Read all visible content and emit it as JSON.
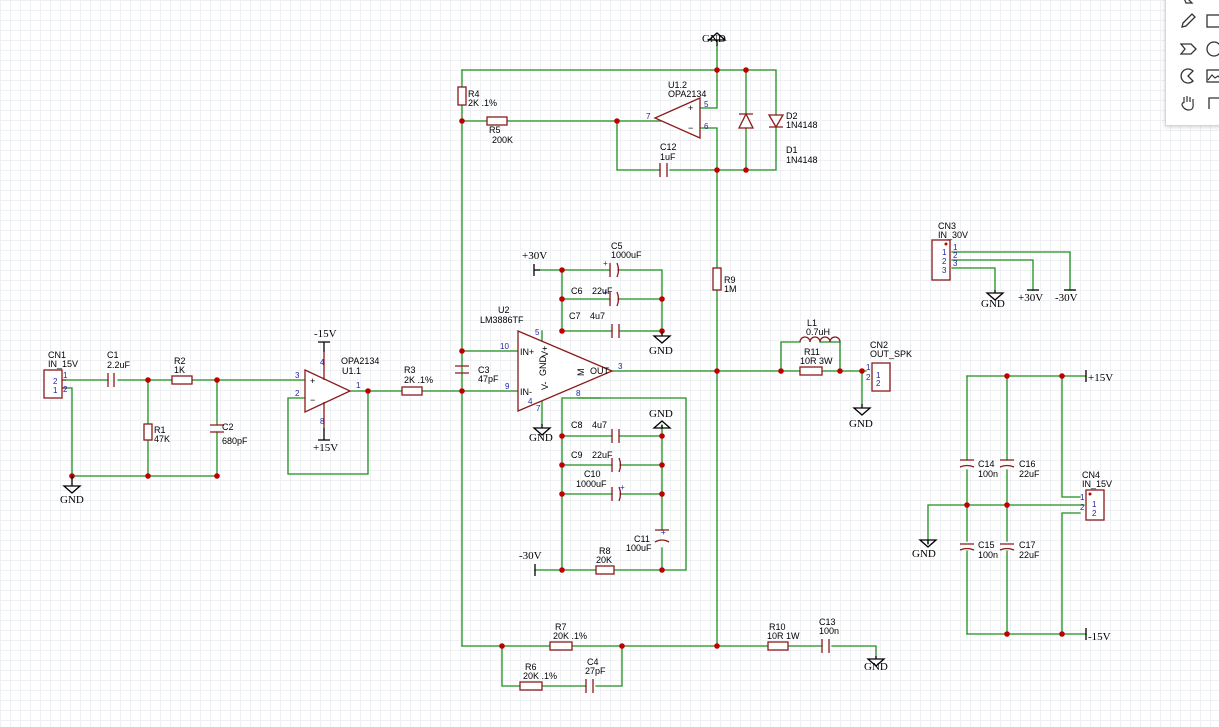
{
  "nets": {
    "gnd": "GND",
    "p30": "+30V",
    "n30": "-30V",
    "p15": "+15V",
    "n15": "-15V"
  },
  "components": {
    "cn1": {
      "ref": "CN1",
      "val": "IN_15V"
    },
    "c1": {
      "ref": "C1",
      "val": "2.2uF"
    },
    "r2": {
      "ref": "R2",
      "val": "1K"
    },
    "r1": {
      "ref": "R1",
      "val": "47K"
    },
    "c2": {
      "ref": "C2",
      "val": "680pF"
    },
    "u11": {
      "ref": "U1.1",
      "val": "OPA2134"
    },
    "r3": {
      "ref": "R3",
      "val": "2K .1%"
    },
    "c3": {
      "ref": "C3",
      "val": "47pF"
    },
    "u2": {
      "ref": "U2",
      "val": "LM3886TF"
    },
    "r4": {
      "ref": "R4",
      "val": "2K .1%"
    },
    "r5": {
      "ref": "R5",
      "val": "200K"
    },
    "u12": {
      "ref": "U1.2",
      "val": "OPA2134"
    },
    "c12": {
      "ref": "C12",
      "val": "1uF"
    },
    "d2": {
      "ref": "D2",
      "val": "1N4148"
    },
    "d1": {
      "ref": "D1",
      "val": "1N4148"
    },
    "r9": {
      "ref": "R9",
      "val": "1M"
    },
    "c5": {
      "ref": "C5",
      "val": "1000uF"
    },
    "c6": {
      "ref": "C6",
      "val": "22uF"
    },
    "c7": {
      "ref": "C7",
      "val": "4u7"
    },
    "c8": {
      "ref": "C8",
      "val": "4u7"
    },
    "c9": {
      "ref": "C9",
      "val": "22uF"
    },
    "c10": {
      "ref": "C10",
      "val": "1000uF"
    },
    "c11": {
      "ref": "C11",
      "val": "100uF"
    },
    "r8": {
      "ref": "R8",
      "val": "20K"
    },
    "l1": {
      "ref": "L1",
      "val": "0.7uH"
    },
    "r11": {
      "ref": "R11",
      "val": "10R 3W"
    },
    "cn2": {
      "ref": "CN2",
      "val": "OUT_SPK"
    },
    "r7": {
      "ref": "R7",
      "val": "20K .1%"
    },
    "r6": {
      "ref": "R6",
      "val": "20K .1%"
    },
    "c4": {
      "ref": "C4",
      "val": "27pF"
    },
    "r10": {
      "ref": "R10",
      "val": "10R 1W"
    },
    "c13": {
      "ref": "C13",
      "val": "100n"
    },
    "cn3": {
      "ref": "CN3",
      "val": "IN_30V"
    },
    "c14": {
      "ref": "C14",
      "val": "100n"
    },
    "c16": {
      "ref": "C16",
      "val": "22uF"
    },
    "c15": {
      "ref": "C15",
      "val": "100n"
    },
    "c17": {
      "ref": "C17",
      "val": "22uF"
    },
    "cn4": {
      "ref": "CN4",
      "val": "IN_15V"
    }
  },
  "pins": {
    "u11": [
      "3",
      "2",
      "4",
      "8",
      "1"
    ],
    "u12": [
      "7",
      "5",
      "6"
    ],
    "u2": [
      "10",
      "9",
      "5",
      "4",
      "3",
      "8",
      "7",
      "IN+",
      "IN-",
      "V+",
      "V-",
      "GND",
      "OUT",
      "M"
    ],
    "cn1": [
      "2",
      "1"
    ],
    "cn2": [
      "1",
      "2"
    ],
    "cn3": [
      "1",
      "2",
      "3"
    ],
    "cn4": [
      "1",
      "2"
    ],
    "cn_inner": [
      "1",
      "2",
      "3",
      "1",
      "2",
      "1",
      "2",
      "1",
      "2"
    ]
  },
  "toolbar": {
    "tools": [
      "pencil-icon",
      "rectangle-icon",
      "tag-icon",
      "circle-icon",
      "pie-icon",
      "image-icon",
      "hand-icon",
      "corner-icon"
    ]
  }
}
